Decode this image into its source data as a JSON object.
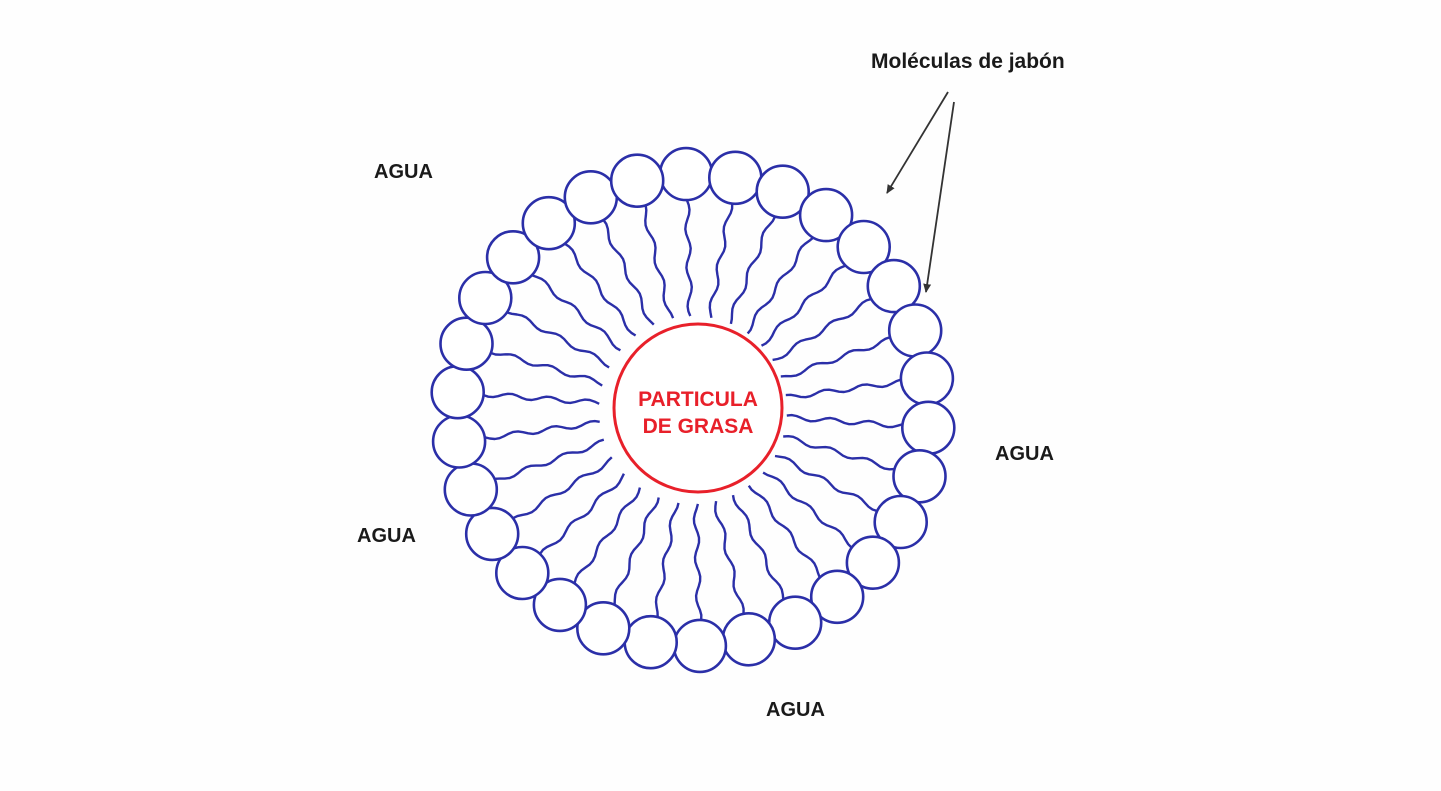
{
  "labels": {
    "water_top_left": "AGUA",
    "water_right": "AGUA",
    "water_bottom_left": "AGUA",
    "water_bottom": "AGUA",
    "soap_molecules": "Moléculas de jabón"
  },
  "core": {
    "line1": "PARTICULA",
    "line2": "DE GRASA"
  },
  "colors": {
    "molecule": "#2b2fa8",
    "core": "#e8202a",
    "text": "#1a1a1a",
    "arrow": "#333333"
  },
  "molecule_count": 30
}
